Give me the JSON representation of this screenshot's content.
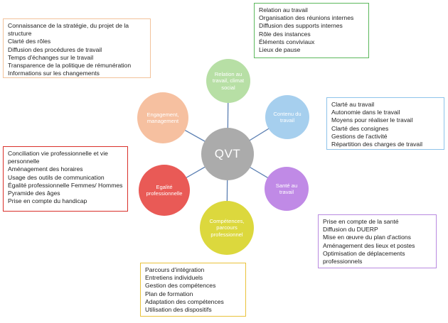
{
  "center": {
    "label": "QVT",
    "color": "#ababab"
  },
  "spokes": [
    {
      "id": "relation",
      "label": "Relation au travail, climat social",
      "color": "#b7dfa5"
    },
    {
      "id": "contenu",
      "label": "Contenu du travail",
      "color": "#a6cfee"
    },
    {
      "id": "sante",
      "label": "Santé au travail",
      "color": "#c08ae6"
    },
    {
      "id": "competences",
      "label": "Compétences, parcours professionnel",
      "color": "#dcd83d"
    },
    {
      "id": "egalite",
      "label": "Egalité professionnelle",
      "color": "#e95a56"
    },
    {
      "id": "engagement",
      "label": "Engagement, management",
      "color": "#f6c0a0"
    }
  ],
  "connector_color": "#5b7fb2",
  "boxes": {
    "relation": {
      "border": "#5cb85c",
      "items": [
        "Relation au travail",
        "Organisation des réunions internes",
        "Diffusion des supports internes",
        "Rôle des instances",
        "Éléments conviviaux",
        "Lieux de pause"
      ]
    },
    "engagement": {
      "border": "#f2c29b",
      "items": [
        "Connaissance de la stratégie, du projet de la structure",
        "Clarté des rôles",
        "Diffusion des procédures de travail",
        "Temps d'échanges sur le travail",
        "Transparence de la politique de rémunération",
        "Informations sur les changements"
      ]
    },
    "contenu": {
      "border": "#8ec3ea",
      "items": [
        "Clarté au travail",
        "Autonomie dans le travail",
        "Moyens pour réaliser le travail",
        "Clarté des consignes",
        "Gestions de l'activité",
        "Répartition des charges de travail"
      ]
    },
    "egalite": {
      "border": "#d9302a",
      "items": [
        "Conciliation vie professionnelle et vie personnelle",
        "Aménagement des horaires",
        "Usage des outils de communication",
        "Égalité professionnelle Femmes/ Hommes",
        "Pyramide des âges",
        "Prise en compte du handicap"
      ]
    },
    "sante": {
      "border": "#b98ae0",
      "items": [
        "Prise en compte de la santé",
        "Diffusion du DUERP",
        "Mise en œuvre du plan d'actions",
        "Aménagement des lieux et postes",
        "Optimisation de déplacements professionnels"
      ]
    },
    "competences": {
      "border": "#e9c23a",
      "items": [
        "Parcours d'intégration",
        "Entretiens individuels",
        "Gestion des compétences",
        "Plan de formation",
        "Adaptation des compétences",
        "Utilisation des dispositifs"
      ]
    }
  }
}
